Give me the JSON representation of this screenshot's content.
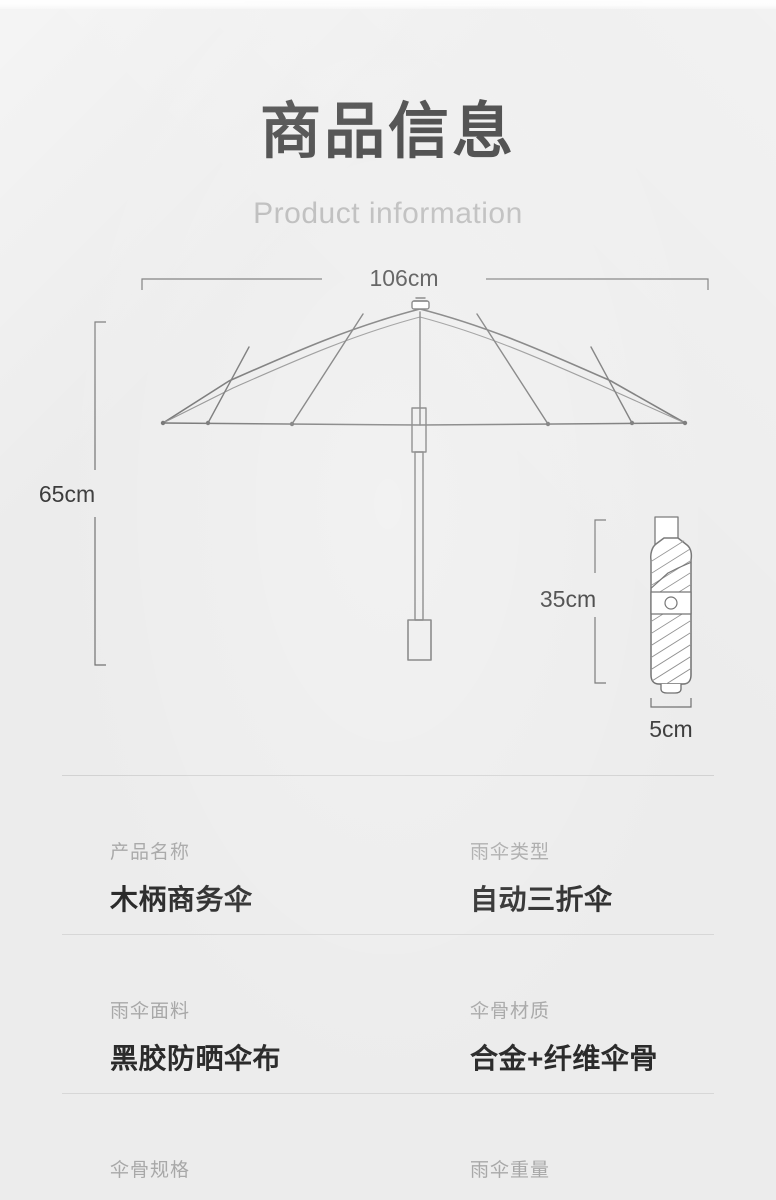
{
  "header": {
    "title_cn": "商品信息",
    "title_en": "Product information"
  },
  "diagram": {
    "open_umbrella": {
      "name": "open-umbrella",
      "width_label": "106cm",
      "height_label": "65cm"
    },
    "folded_umbrella": {
      "name": "folded-umbrella",
      "height_label": "35cm",
      "width_label": "5cm"
    }
  },
  "specs": {
    "rows": [
      {
        "left": {
          "label": "产品名称",
          "value": "木柄商务伞"
        },
        "right": {
          "label": "雨伞类型",
          "value": "自动三折伞"
        }
      },
      {
        "left": {
          "label": "雨伞面料",
          "value": "黑胶防晒伞布"
        },
        "right": {
          "label": "伞骨材质",
          "value": "合金+纤维伞骨"
        }
      },
      {
        "left": {
          "label": "伞骨规格",
          "value": ""
        },
        "right": {
          "label": "雨伞重量",
          "value": ""
        }
      }
    ]
  },
  "colors": {
    "background": "#ececec",
    "title": "#232323",
    "subtitle": "#b2b2b2",
    "label": "#a8a8a8",
    "value": "#2b2b2b",
    "line": "#666666",
    "divider": "#d7d7d7"
  }
}
